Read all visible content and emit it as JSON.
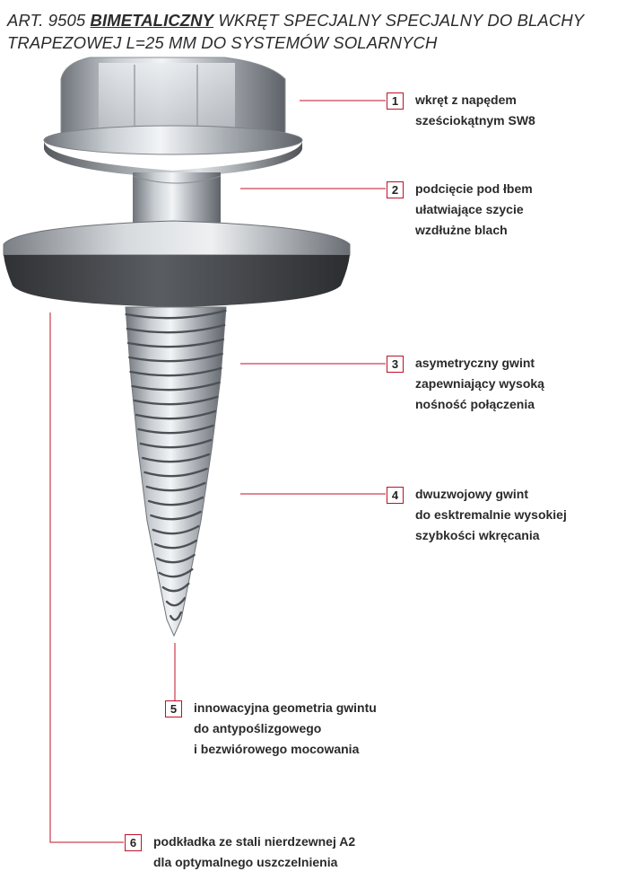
{
  "title": {
    "prefix": "ART. 9505 ",
    "emphasis": "BIMETALICZNY",
    "rest_line1": " WKRĘT SPECJALNY SPECJALNY DO BLACHY",
    "line2": "TRAPEZOWEJ L=25 MM DO SYSTEMÓW SOLARNYCH"
  },
  "colors": {
    "accent": "#c0102a",
    "text": "#2a2a2a"
  },
  "callouts": [
    {
      "number": "1",
      "lines": [
        "wkręt z napędem",
        "sześciokątnym SW8"
      ]
    },
    {
      "number": "2",
      "lines": [
        "podcięcie pod łbem",
        "ułatwiające szycie",
        "wzdłużne blach"
      ]
    },
    {
      "number": "3",
      "lines": [
        "asymetryczny gwint",
        "zapewniający wysoką",
        "nośność połączenia"
      ]
    },
    {
      "number": "4",
      "lines": [
        "dwuzwojowy gwint",
        "do esktremalnie wysokiej",
        "szybkości wkręcania"
      ]
    },
    {
      "number": "5",
      "lines": [
        "innowacyjna geometria gwintu",
        "do antypoślizgowego",
        "i bezwiórowego mocowania"
      ]
    },
    {
      "number": "6",
      "lines": [
        "podkładka ze stali nierdzewnej A2",
        "dla optymalnego uszczelnienia"
      ]
    }
  ]
}
